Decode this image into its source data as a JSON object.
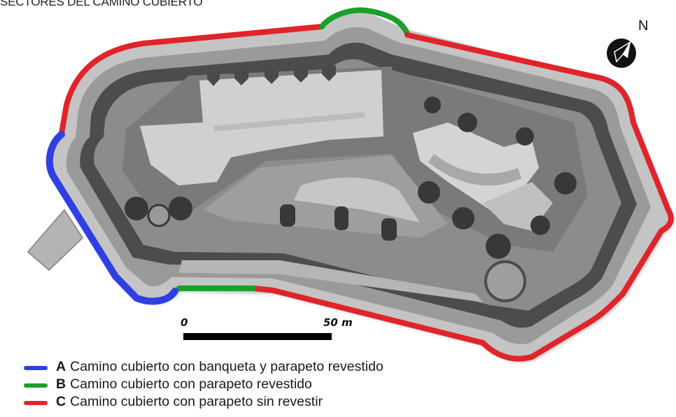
{
  "title": "SECTORES DEL CAMINO CUBIERTO",
  "north": {
    "label": "N",
    "icon": "north-arrow-compass-icon"
  },
  "scale_bar": {
    "start_label": "0",
    "end_label": "50 m"
  },
  "colors": {
    "sector_a": "#2f3fe0",
    "sector_b": "#1aa02a",
    "sector_c": "#e0242b",
    "outer_glacis": "#b8b8b8",
    "covered_way": "#8a8a8a",
    "ditch": "#4a4a4a",
    "rampart": "#9c9c9c",
    "terreplein": "#cfcfcf",
    "bastion_dark": "#383838"
  },
  "legend": [
    {
      "letter": "A",
      "text": "Camino cubierto con banqueta y parapeto revestido",
      "color": "#2f3fe0"
    },
    {
      "letter": "B",
      "text": "Camino cubierto con parapeto revestido",
      "color": "#1aa02a"
    },
    {
      "letter": "C",
      "text": "Camino cubierto con parapeto sin revestir",
      "color": "#e0242b"
    }
  ]
}
